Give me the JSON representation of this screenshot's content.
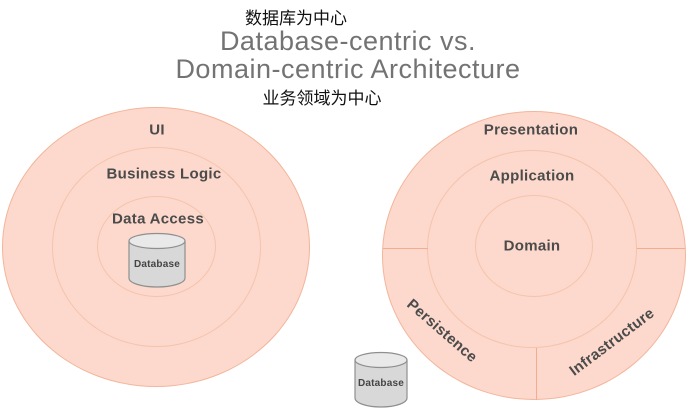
{
  "header": {
    "top_caption_zh": "数据库为中心",
    "title_line1": "Database-centric vs.",
    "title_line2": "Domain-centric Architecture",
    "bottom_caption_zh": "业务领域为中心"
  },
  "left_diagram": {
    "name": "database-centric",
    "rings": [
      "UI",
      "Business Logic",
      "Data Access"
    ],
    "center_database_label": "Database"
  },
  "right_diagram": {
    "name": "domain-centric",
    "rings": [
      "Presentation",
      "Application",
      "Domain"
    ],
    "outer_sections": [
      "Persistence",
      "Infrastructure"
    ],
    "external_database_label": "Database"
  },
  "colors": {
    "ring_fill": "#fcd9cc",
    "ring_stroke": "#f3b59b",
    "divider_line": "#f0ad90",
    "ring_label_text": "#4b4b4b",
    "title_text": "#737373",
    "caption_text": "#111111",
    "cylinder_body": "#d8d8d8",
    "cylinder_top": "#e9e9e9",
    "cylinder_stroke": "#8f8f8f"
  }
}
